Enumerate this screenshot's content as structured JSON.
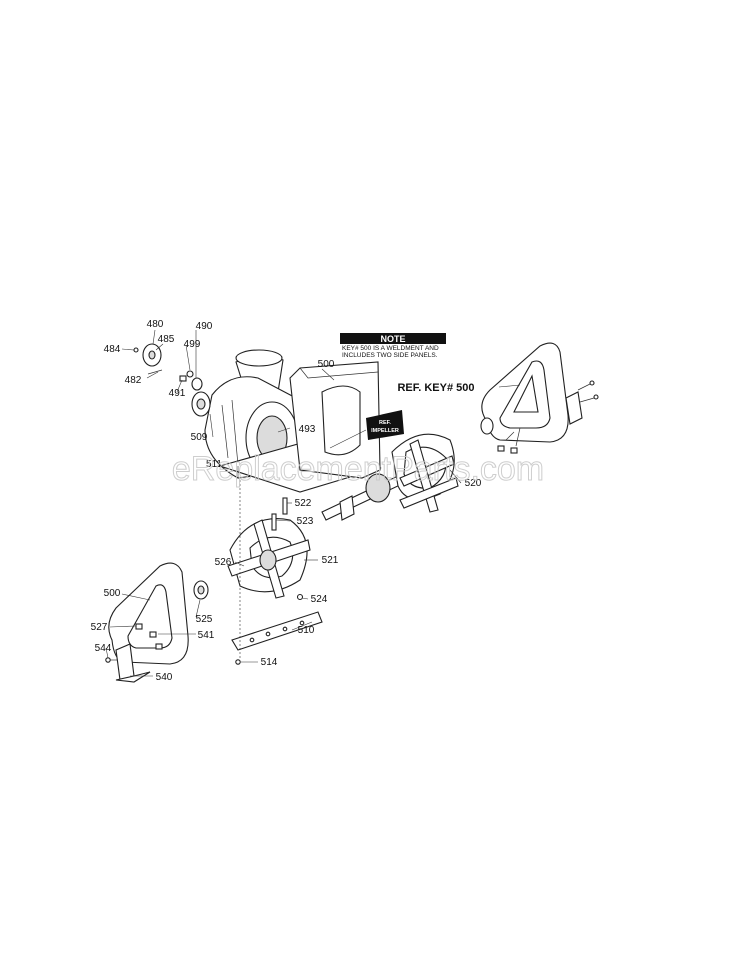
{
  "note": {
    "title": "NOTE",
    "line1": "KEY# 500 IS A WELDMENT AND",
    "line2": "INCLUDES TWO SIDE PANELS."
  },
  "ref_key": "REF. KEY# 500",
  "impeller_tag": {
    "line1": "REF.",
    "line2": "IMPELLER"
  },
  "watermark": "eReplacementParts.com",
  "labels": {
    "p480": "480",
    "p490": "490",
    "p484": "484",
    "p485": "485",
    "p499": "499",
    "p482": "482",
    "p491": "491",
    "p500_top": "500",
    "p509": "509",
    "p493": "493",
    "p511": "511",
    "p520": "520",
    "p522": "522",
    "p523": "523",
    "p521": "521",
    "p526": "526",
    "p500_left": "500",
    "p524": "524",
    "p525": "525",
    "p527": "527",
    "p541": "541",
    "p510": "510",
    "p544": "544",
    "p514": "514",
    "p540": "540"
  }
}
